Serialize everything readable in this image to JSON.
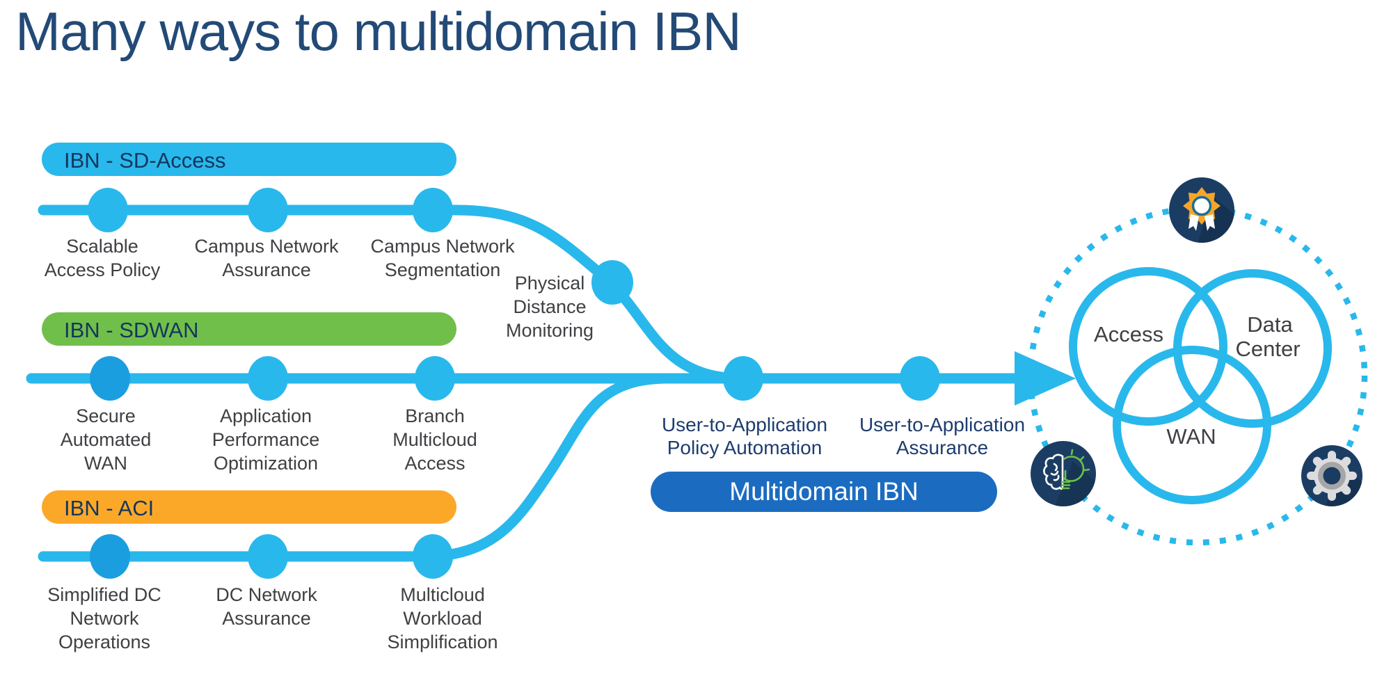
{
  "title": "Many ways to multidomain IBN",
  "colors": {
    "cisco_blue": "#29B8EC",
    "node_dark_blue": "#1B9EDF",
    "sdaccess_pill": "#29B8EC",
    "sdwan_pill": "#71BF4B",
    "aci_pill": "#FBA829",
    "multidomain_pill": "#1B6CC0",
    "title_navy": "#234A77",
    "label_navy": "#1E3C6E",
    "label_gray": "#3F4043",
    "icon_navy": "#1C3D63"
  },
  "tracks": [
    {
      "pill_label": "IBN - SD-Access",
      "nodes": [
        {
          "lines": [
            "Scalable",
            "Access Policy"
          ]
        },
        {
          "lines": [
            "Campus Network",
            "Assurance"
          ]
        },
        {
          "lines": [
            "Campus Network",
            "Segmentation"
          ]
        },
        {
          "lines": [
            "Physical",
            "Distance",
            "Monitoring"
          ]
        }
      ]
    },
    {
      "pill_label": "IBN - SDWAN",
      "nodes": [
        {
          "lines": [
            "Secure",
            "Automated",
            "WAN"
          ]
        },
        {
          "lines": [
            "Application",
            "Performance",
            "Optimization"
          ]
        },
        {
          "lines": [
            "Branch",
            "Multicloud",
            "Access"
          ]
        }
      ]
    },
    {
      "pill_label": "IBN - ACI",
      "nodes": [
        {
          "lines": [
            "Simplified DC",
            "Network",
            "Operations"
          ]
        },
        {
          "lines": [
            "DC Network",
            "Assurance"
          ]
        },
        {
          "lines": [
            "Multicloud",
            "Workload",
            "Simplification"
          ]
        }
      ]
    }
  ],
  "convergence": {
    "labels": [
      {
        "lines": [
          "User-to-Application",
          "Policy Automation"
        ]
      },
      {
        "lines": [
          "User-to-Application",
          "Assurance"
        ]
      }
    ],
    "pill_label": "Multidomain IBN"
  },
  "venn": {
    "domains": [
      {
        "lines": [
          "Access",
          ""
        ]
      },
      {
        "lines": [
          "Data",
          "Center"
        ]
      },
      {
        "lines": [
          "WAN",
          ""
        ]
      }
    ],
    "icons": [
      "award-icon",
      "brain-lightbulb-icon",
      "gear-icon"
    ]
  }
}
